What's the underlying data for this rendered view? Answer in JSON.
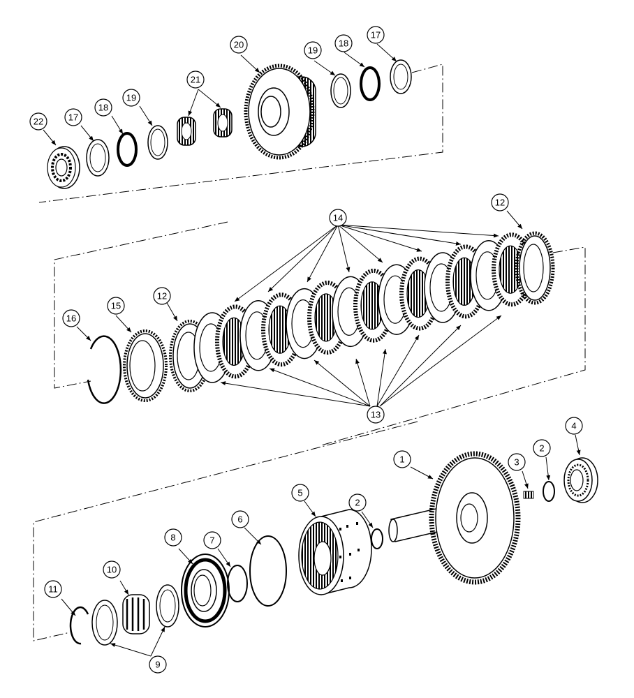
{
  "colors": {
    "ink": "#000000",
    "paper": "#ffffff",
    "shade": "#9a9a9a",
    "dark": "#1a1a1a"
  },
  "callouts": {
    "c1": "1",
    "c2a": "2",
    "c2b": "2",
    "c3": "3",
    "c4": "4",
    "c5": "5",
    "c6": "6",
    "c7": "7",
    "c8": "8",
    "c9": "9",
    "c10": "10",
    "c11": "11",
    "c12a": "12",
    "c12b": "12",
    "c13": "13",
    "c14": "14",
    "c15": "15",
    "c16": "16",
    "c17a": "17",
    "c17b": "17",
    "c18a": "18",
    "c18b": "18",
    "c19a": "19",
    "c19b": "19",
    "c20": "20",
    "c21": "21",
    "c22": "22"
  },
  "icons": {
    "bearing": "bearing-icon",
    "gear": "gear-icon",
    "washer": "thrust-washer-icon",
    "clutch_disc": "clutch-disc-icon",
    "snap_ring": "snap-ring-icon",
    "shaft": "shaft-icon"
  }
}
